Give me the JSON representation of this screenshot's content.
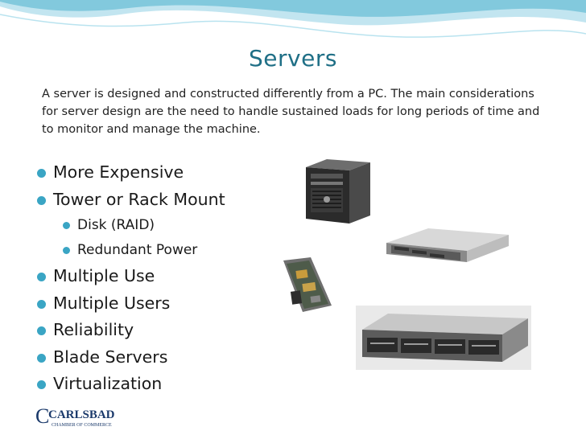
{
  "slide": {
    "title": "Servers",
    "intro": "A server is designed and constructed differently from a PC. The main considerations for server design are the need to handle sustained loads for long periods of time and to monitor and manage the machine.",
    "bullets": [
      {
        "label": "More Expensive",
        "level": 1
      },
      {
        "label": "Tower or Rack Mount",
        "level": 1
      },
      {
        "label": "Disk (RAID)",
        "level": 2
      },
      {
        "label": "Redundant Power",
        "level": 2
      },
      {
        "label": "Multiple Use",
        "level": 1
      },
      {
        "label": "Multiple Users",
        "level": 1
      },
      {
        "label": "Reliability",
        "level": 1
      },
      {
        "label": "Blade Servers",
        "level": 1
      },
      {
        "label": "Virtualization",
        "level": 1
      }
    ],
    "logo": {
      "name": "CARLSBAD",
      "subtitle": "CHAMBER OF COMMERCE"
    }
  },
  "colors": {
    "accent": "#3aa5c4",
    "title": "#1f6f86",
    "wave": "#8fd0e3"
  }
}
